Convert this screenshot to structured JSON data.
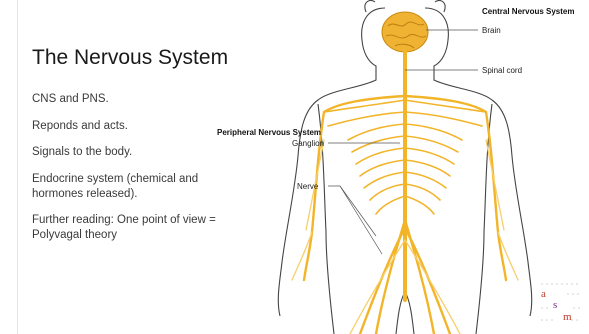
{
  "slide": {
    "title": "The Nervous System",
    "bullets": [
      "CNS and PNS.",
      "Reponds and acts.",
      "Signals to the body.",
      "Endocrine system (chemical and hormones released).",
      "Further reading: One point of view = Polyvagal theory"
    ]
  },
  "figure": {
    "labels": {
      "central": "Central Nervous System",
      "brain": "Brain",
      "spinal_cord": "Spinal cord",
      "peripheral": "Peripheral Nervous System",
      "ganglion": "Ganglion",
      "nerve": "Nerve"
    },
    "colors": {
      "nerve": "#f2b52a",
      "nerve_light": "#f7cf6a",
      "outline": "#444444",
      "brain": "#f0b232"
    }
  },
  "logo": {
    "letters": [
      "a",
      "s",
      "m"
    ]
  }
}
